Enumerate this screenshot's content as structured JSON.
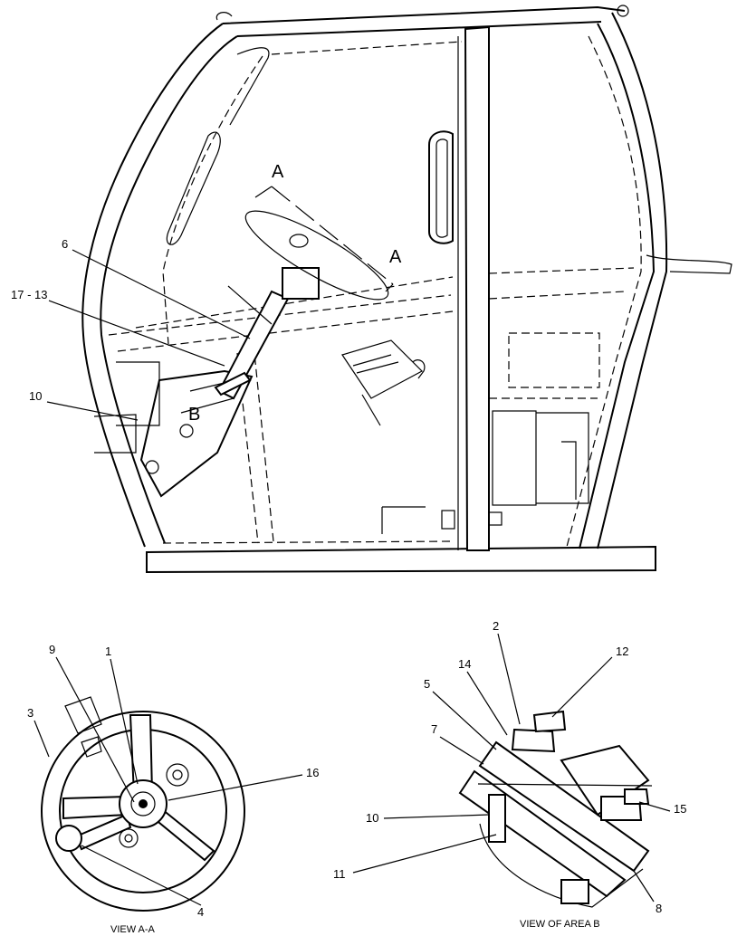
{
  "figure": {
    "section_mark": "A",
    "callouts_top": {
      "c6": "6",
      "c17_13": "17 - 13",
      "c10": "10",
      "cB": "B"
    },
    "view_a": {
      "caption": "VIEW A-A",
      "callouts": {
        "c9": "9",
        "c1": "1",
        "c3": "3",
        "c16": "16",
        "c4": "4"
      }
    },
    "view_b": {
      "caption": "VIEW OF AREA B",
      "callouts": {
        "c2": "2",
        "c12": "12",
        "c14": "14",
        "c5": "5",
        "c7": "7",
        "c10": "10",
        "c11": "11",
        "c15": "15",
        "c8": "8"
      }
    }
  }
}
